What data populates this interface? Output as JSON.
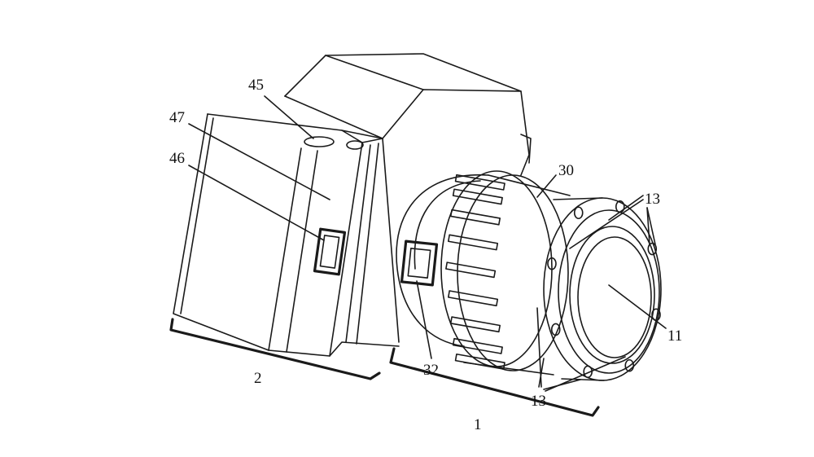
{
  "figure": {
    "labels": {
      "l45": "45",
      "l47": "47",
      "l46": "46",
      "l30": "30",
      "l13_top": "13",
      "l11": "11",
      "l32": "32",
      "l2": "2",
      "l1": "1",
      "l13_bottom": "13"
    }
  }
}
